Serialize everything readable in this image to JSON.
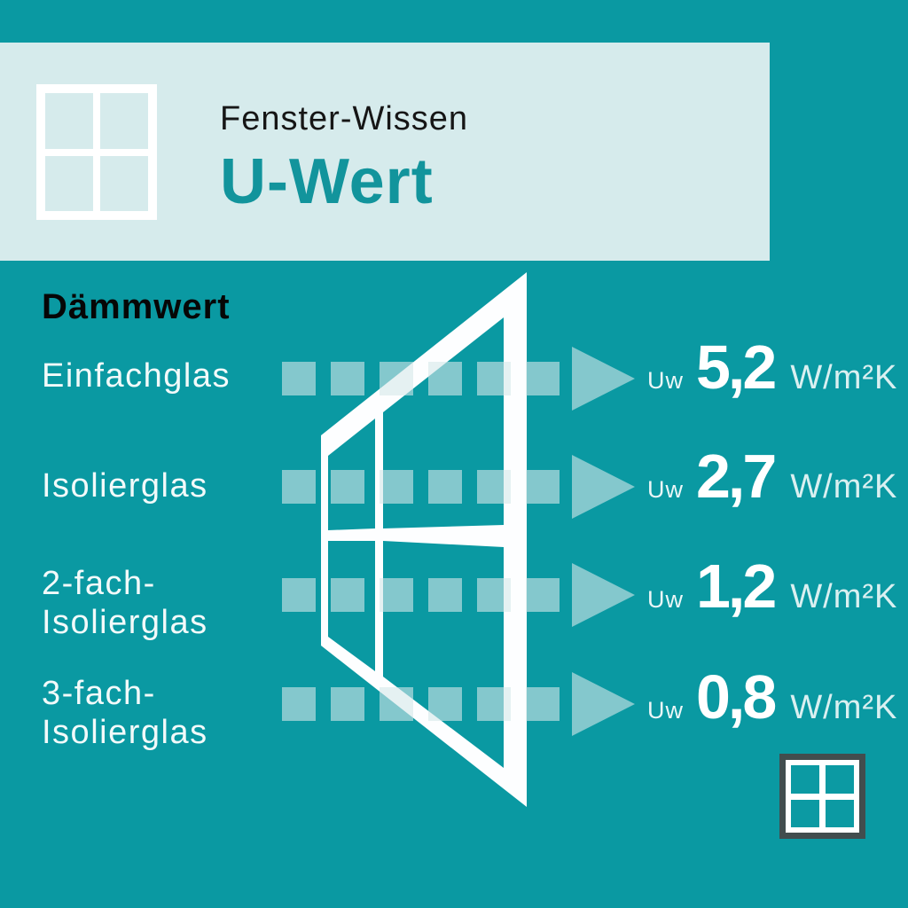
{
  "header": {
    "kicker": "Fenster-Wissen",
    "title": "U-Wert"
  },
  "section_label": "Dämmwert",
  "rows": [
    {
      "label_line1": "Einfachglas",
      "label_line2": "",
      "u_symbol": "Uw",
      "value": "5,2",
      "unit": "W/m²K"
    },
    {
      "label_line1": "Isolierglas",
      "label_line2": "",
      "u_symbol": "Uw",
      "value": "2,7",
      "unit": "W/m²K"
    },
    {
      "label_line1": "2-fach-",
      "label_line2": "Isolierglas",
      "u_symbol": "Uw",
      "value": "1,2",
      "unit": "W/m²K"
    },
    {
      "label_line1": "3-fach-",
      "label_line2": "Isolierglas",
      "u_symbol": "Uw",
      "value": "0,8",
      "unit": "W/m²K"
    }
  ],
  "icons": {
    "header_icon": "window-2x2-icon",
    "corner_icon": "window-2x2-icon",
    "arrow": "right-arrowhead",
    "illustration": "perspective-window"
  },
  "colors": {
    "background_teal": "#0a99a2",
    "banner_mint": "#d6ebec",
    "title_teal": "#12949c",
    "text_black": "#060606",
    "text_white": "#ffffff",
    "dash_overlay": "rgba(214,231,233,0.60)",
    "corner_icon_frame": "#424d4e"
  },
  "chart_data": {
    "type": "table",
    "title": "Fenster-Wissen U-Wert / Dämmwert",
    "categories": [
      "Einfachglas",
      "Isolierglas",
      "2-fach-Isolierglas",
      "3-fach-Isolierglas"
    ],
    "values": [
      5.2,
      2.7,
      1.2,
      0.8
    ],
    "unit": "W/m²K",
    "value_symbol": "Uw"
  }
}
